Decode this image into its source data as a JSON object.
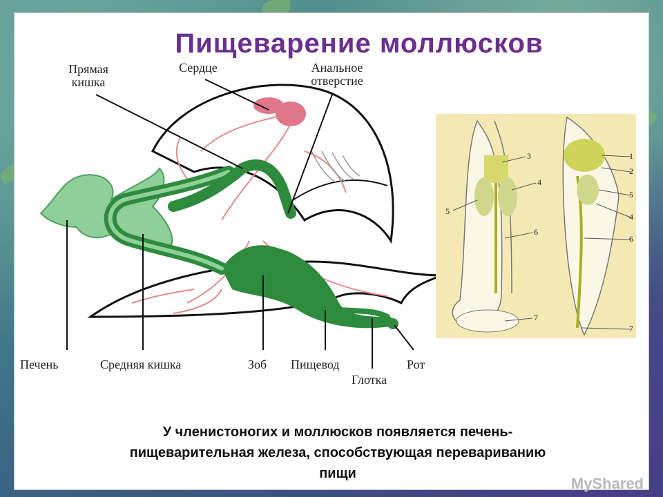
{
  "slide": {
    "title": "Пищеварение моллюсков",
    "caption_line1": "У членистоногих и моллюсков появляется печень-",
    "caption_line2": "пищеварительная железа, способствующая перевариванию",
    "caption_line3": "пищи"
  },
  "diagram": {
    "labels": {
      "rectum_1": "Прямая",
      "rectum_2": "кишка",
      "heart": "Сердце",
      "anus_1": "Анальное",
      "anus_2": "отверстие",
      "liver": "Печень",
      "midgut": "Средняя кишка",
      "crop": "Зоб",
      "esophagus": "Пищевод",
      "mouth": "Рот",
      "pharynx": "Глотка"
    },
    "photo_labels": [
      "3",
      "4",
      "5",
      "6",
      "7",
      "1",
      "2",
      "5",
      "4",
      "6",
      "7"
    ]
  },
  "colors": {
    "title": "#6b2f8f",
    "gut": "#2e8b3e",
    "liver": "#8fd09a",
    "heart": "#e0768a",
    "vessels": "#e58a8a"
  },
  "watermark": "MyShared"
}
